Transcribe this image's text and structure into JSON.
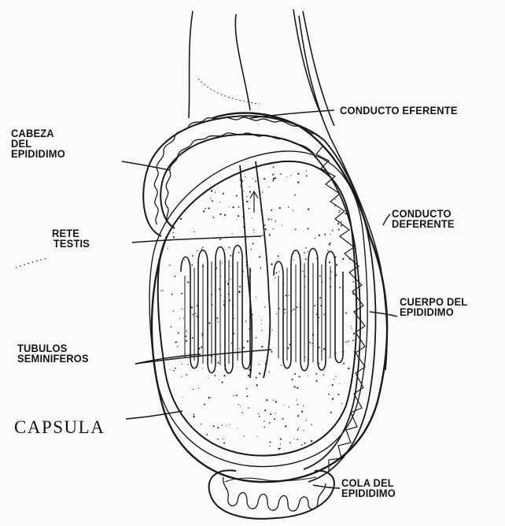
{
  "labels": {
    "cabeza": [
      "CABEZA",
      "DEL",
      "EPIDIDIMO"
    ],
    "rete": [
      "RETE",
      "TESTIS"
    ],
    "tubulos": [
      "TUBULOS",
      "SEMINIFEROS"
    ],
    "capsula": "CAPSULA",
    "conducto_eferente": "CONDUCTO EFERENTE",
    "conducto_deferente": [
      "CONDUCTO",
      "DEFERENTE"
    ],
    "cuerpo": [
      "CUERPO DEL",
      "EPIDIDIMO"
    ],
    "cola": [
      "COLA DEL",
      "EPIDIDIMO"
    ]
  },
  "colors": {
    "ink": "#1a1a1a",
    "paper": "#fbfbf9",
    "stipple": "#2a2a2a"
  }
}
